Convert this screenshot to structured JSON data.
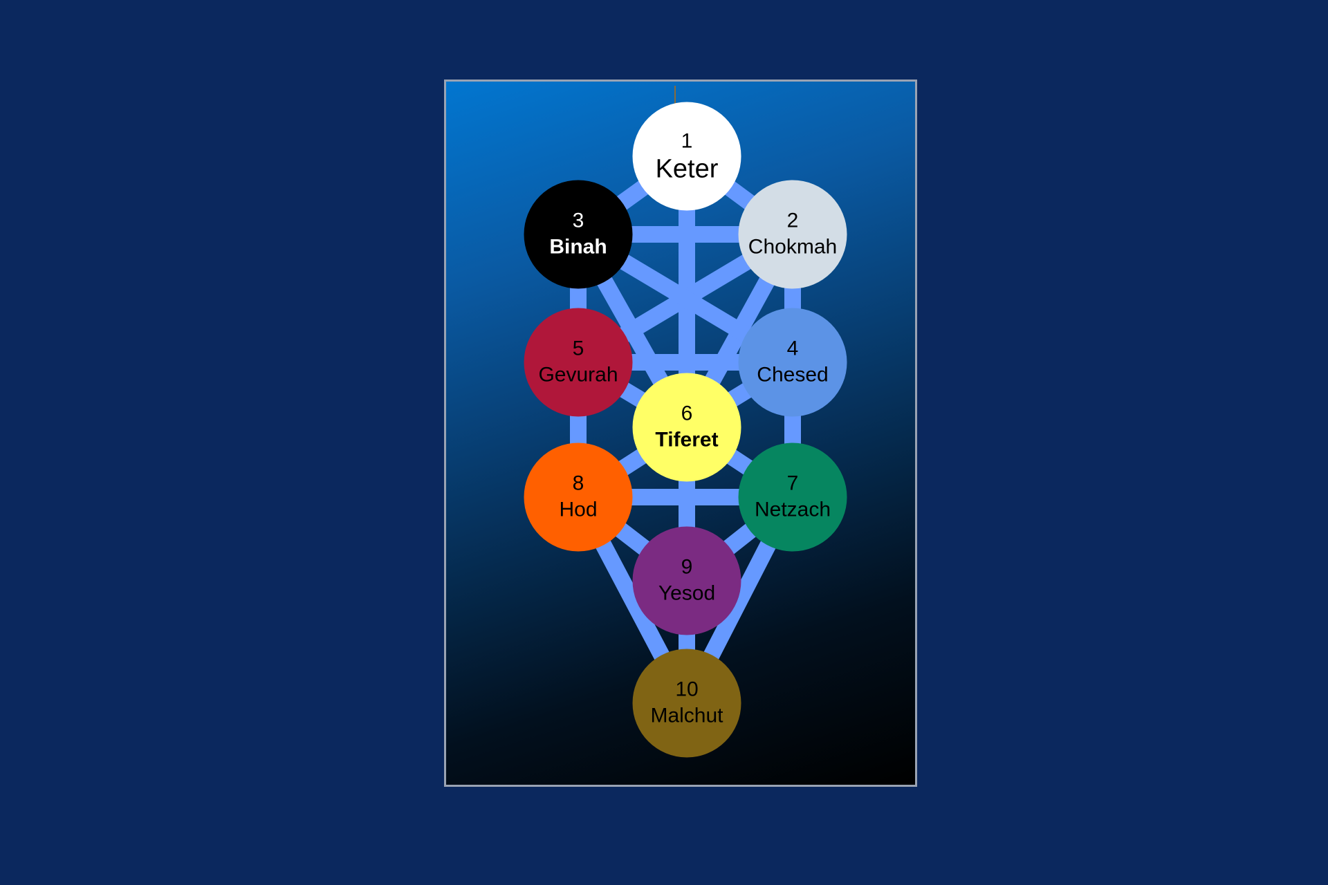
{
  "colors": {
    "background": "#0b285e",
    "connector": "#6699ff"
  },
  "sefirot": [
    {
      "id": "keter",
      "number": "1",
      "name": "Keter",
      "fill": "#ffffff",
      "text": "#000000"
    },
    {
      "id": "chokmah",
      "number": "2",
      "name": "Chokmah",
      "fill": "#d3dde6",
      "text": "#000000"
    },
    {
      "id": "binah",
      "number": "3",
      "name": "Binah",
      "fill": "#000000",
      "text": "#ffffff"
    },
    {
      "id": "chesed",
      "number": "4",
      "name": "Chesed",
      "fill": "#5c93e6",
      "text": "#000000"
    },
    {
      "id": "gevurah",
      "number": "5",
      "name": "Gevurah",
      "fill": "#b0173a",
      "text": "#000000"
    },
    {
      "id": "tiferet",
      "number": "6",
      "name": "Tiferet",
      "fill": "#ffff66",
      "text": "#000000"
    },
    {
      "id": "netzach",
      "number": "7",
      "name": "Netzach",
      "fill": "#068660",
      "text": "#000000"
    },
    {
      "id": "hod",
      "number": "8",
      "name": "Hod",
      "fill": "#ff6000",
      "text": "#000000"
    },
    {
      "id": "yesod",
      "number": "9",
      "name": "Yesod",
      "fill": "#7b2b82",
      "text": "#000000"
    },
    {
      "id": "malchut",
      "number": "10",
      "name": "Malchut",
      "fill": "#806414",
      "text": "#000000"
    }
  ],
  "paths": [
    [
      "keter",
      "chokmah"
    ],
    [
      "keter",
      "binah"
    ],
    [
      "keter",
      "tiferet"
    ],
    [
      "chokmah",
      "binah"
    ],
    [
      "chokmah",
      "chesed"
    ],
    [
      "chokmah",
      "tiferet"
    ],
    [
      "chokmah",
      "gevurah"
    ],
    [
      "binah",
      "gevurah"
    ],
    [
      "binah",
      "tiferet"
    ],
    [
      "binah",
      "chesed"
    ],
    [
      "chesed",
      "gevurah"
    ],
    [
      "chesed",
      "tiferet"
    ],
    [
      "chesed",
      "netzach"
    ],
    [
      "gevurah",
      "tiferet"
    ],
    [
      "gevurah",
      "hod"
    ],
    [
      "tiferet",
      "netzach"
    ],
    [
      "tiferet",
      "hod"
    ],
    [
      "tiferet",
      "yesod"
    ],
    [
      "netzach",
      "hod"
    ],
    [
      "netzach",
      "yesod"
    ],
    [
      "netzach",
      "malchut"
    ],
    [
      "hod",
      "yesod"
    ],
    [
      "hod",
      "malchut"
    ],
    [
      "yesod",
      "malchut"
    ]
  ]
}
